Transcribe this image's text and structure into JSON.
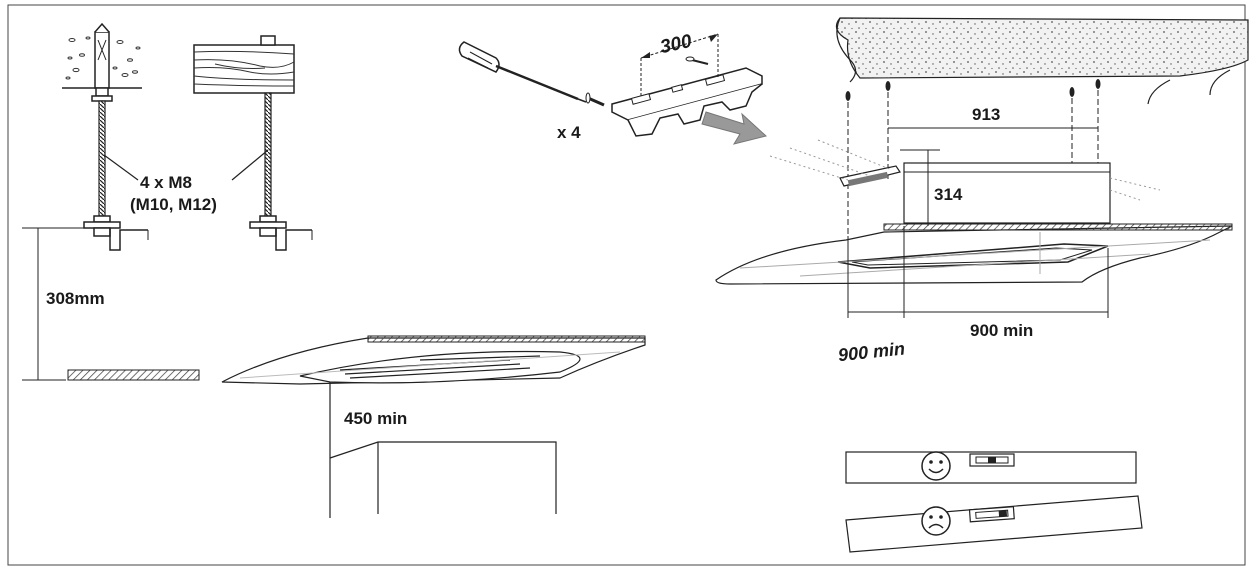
{
  "labels": {
    "fixings": "4 x M8",
    "fixings_alt": "(M10, M12)",
    "drop_height": "308mm",
    "front_clearance": "450 min",
    "bracket_width": "300",
    "screws": "x 4",
    "bolt_spacing": "913",
    "unit_height": "314",
    "side_clearance_left": "900 min",
    "side_clearance_right": "900 min"
  },
  "icons": {
    "level_good": "smiley-face-icon",
    "level_bad": "frown-face-icon"
  },
  "colors": {
    "line": "#1a1a1a",
    "hatch": "#555555",
    "concrete": "#dcdcdc"
  }
}
